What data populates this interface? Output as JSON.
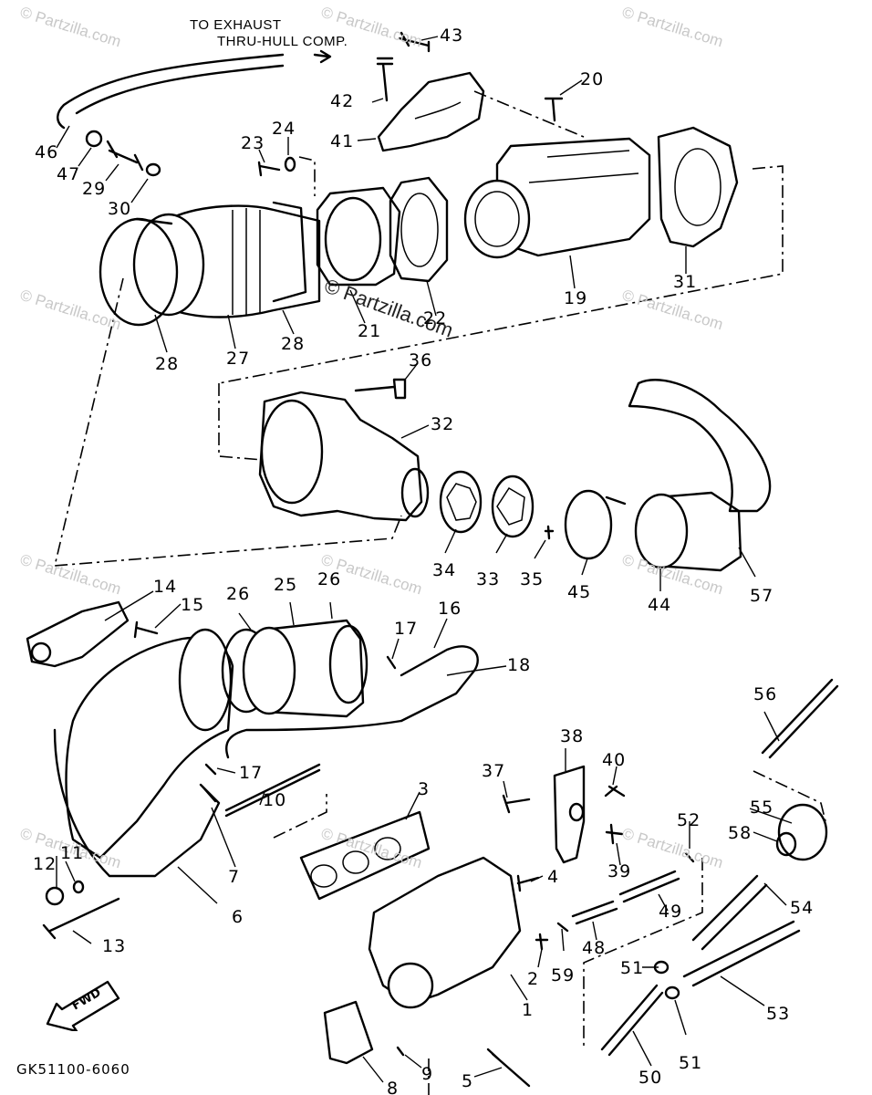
{
  "note": {
    "line1": "TO EXHAUST",
    "line2": "THRU-HULL COMP."
  },
  "diagram_code": "GK51100-6060",
  "fwd_label": "FWD",
  "watermarks": {
    "small": "© Partzilla.com",
    "center": "© Partzilla.com"
  },
  "callouts": [
    "43",
    "42",
    "41",
    "20",
    "24",
    "23",
    "46",
    "47",
    "29",
    "30",
    "31",
    "19",
    "22",
    "21",
    "28",
    "27",
    "28",
    "36",
    "32",
    "34",
    "33",
    "35",
    "45",
    "44",
    "57",
    "14",
    "15",
    "26",
    "25",
    "26",
    "16",
    "17",
    "18",
    "56",
    "17",
    "10",
    "3",
    "38",
    "37",
    "40",
    "55",
    "58",
    "52",
    "12",
    "11",
    "7",
    "6",
    "13",
    "39",
    "4",
    "49",
    "54",
    "48",
    "59",
    "2",
    "51",
    "1",
    "53",
    "51",
    "9",
    "5",
    "8",
    "50"
  ]
}
